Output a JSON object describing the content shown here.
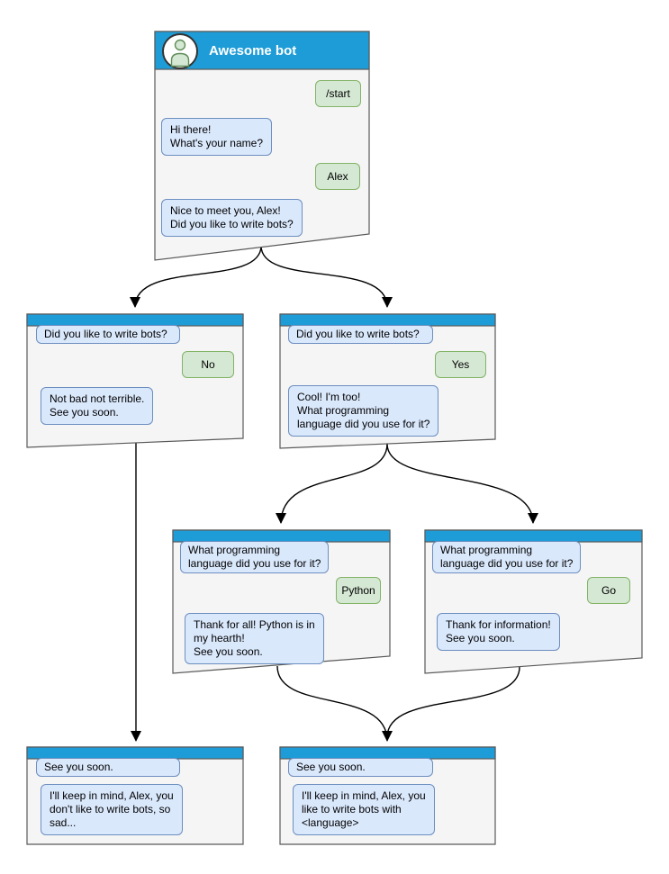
{
  "diagram": {
    "kind": "chatbot-conversation-flowchart",
    "colors": {
      "header_blue": "#1e9cd7",
      "window_fill": "#f5f5f5",
      "window_border": "#595959",
      "bot_bubble_fill": "#dae8fc",
      "bot_bubble_border": "#6c8ebf",
      "user_bubble_fill": "#d5e8d4",
      "user_bubble_border": "#82b366",
      "connector": "#000000",
      "title_text": "#ffffff"
    }
  },
  "windows": [
    {
      "name": "main-chat",
      "title": "Awesome bot",
      "messages": [
        {
          "from": "user",
          "text": "/start"
        },
        {
          "from": "bot",
          "text": "Hi there!\nWhat's your name?"
        },
        {
          "from": "user",
          "text": "Alex"
        },
        {
          "from": "bot",
          "text": "Nice to meet you, Alex!\nDid you like to write bots?"
        }
      ]
    },
    {
      "name": "branch-no",
      "messages": [
        {
          "from": "bot",
          "text": "Did you like to write bots?"
        },
        {
          "from": "user",
          "text": "No"
        },
        {
          "from": "bot",
          "text": "Not bad not terrible.\nSee you soon."
        }
      ]
    },
    {
      "name": "branch-yes",
      "messages": [
        {
          "from": "bot",
          "text": "Did you like to write bots?"
        },
        {
          "from": "user",
          "text": "Yes"
        },
        {
          "from": "bot",
          "text": "Cool! I'm too!\nWhat programming\nlanguage did you use for it?"
        }
      ]
    },
    {
      "name": "branch-python",
      "messages": [
        {
          "from": "bot",
          "text": "What programming\nlanguage did you use for it?"
        },
        {
          "from": "user",
          "text": "Python"
        },
        {
          "from": "bot",
          "text": "Thank for all! Python is in\nmy hearth!\nSee you soon."
        }
      ]
    },
    {
      "name": "branch-go",
      "messages": [
        {
          "from": "bot",
          "text": "What programming\nlanguage did you use for it?"
        },
        {
          "from": "user",
          "text": "Go"
        },
        {
          "from": "bot",
          "text": "Thank for information!\nSee you soon."
        }
      ]
    },
    {
      "name": "end-no",
      "messages": [
        {
          "from": "bot",
          "text": "See you soon."
        },
        {
          "from": "bot",
          "text": "I'll keep in mind, Alex, you\ndon't like to write bots, so\nsad..."
        }
      ]
    },
    {
      "name": "end-yes",
      "messages": [
        {
          "from": "bot",
          "text": "See you soon."
        },
        {
          "from": "bot",
          "text": "I'll keep in mind, Alex, you\nlike to write bots with\n<language>"
        }
      ]
    }
  ]
}
